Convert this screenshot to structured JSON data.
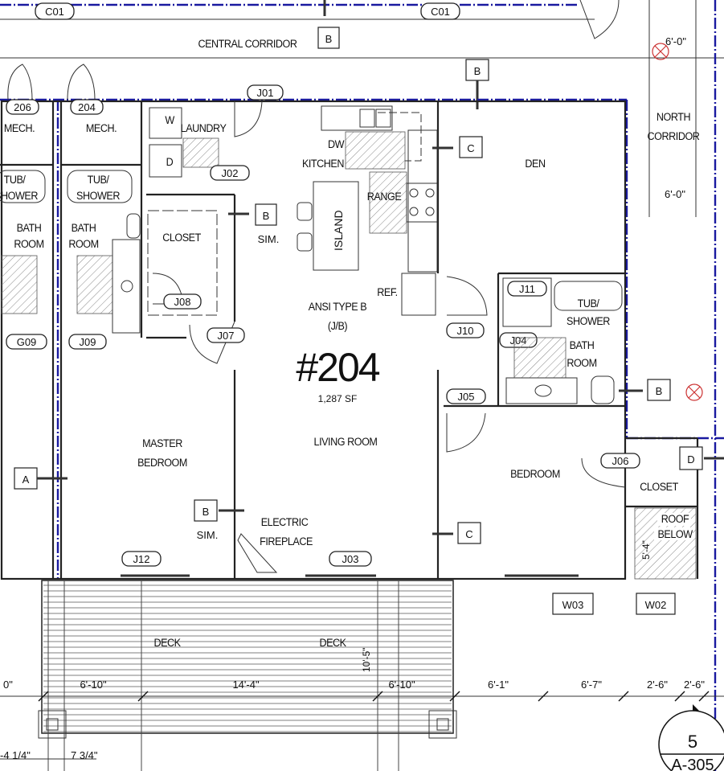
{
  "unit": {
    "number": "#204",
    "type_line1": "ANSI TYPE B",
    "type_line2": "(J/B)",
    "area": "1,287 SF"
  },
  "rooms": {
    "central_corridor": "CENTRAL CORRIDOR",
    "north_corridor_1": "NORTH",
    "north_corridor_2": "CORRIDOR",
    "laundry": "LAUNDRY",
    "washer": "W",
    "dryer": "D",
    "dw": "DW",
    "kitchen": "KITCHEN",
    "island": "ISLAND",
    "range": "RANGE",
    "ref": "REF.",
    "den": "DEN",
    "closet_left": "CLOSET",
    "closet_right": "CLOSET",
    "mech_206": "MECH.",
    "mech_204": "MECH.",
    "tub_shower_a1": "TUB/",
    "tub_shower_a2": "SHOWER",
    "tub_shower_b1": "TUB/",
    "tub_shower_b2": "SHOWER",
    "tub_shower_c1": "TUB/",
    "tub_shower_c2": "SHOWER",
    "bath_a1": "BATH",
    "bath_a2": "ROOM",
    "bath_b1": "BATH",
    "bath_b2": "ROOM",
    "bath_c1": "BATH",
    "bath_c2": "ROOM",
    "master_1": "MASTER",
    "master_2": "BEDROOM",
    "living": "LIVING ROOM",
    "fireplace_1": "ELECTRIC",
    "fireplace_2": "FIREPLACE",
    "bedroom": "BEDROOM",
    "roof_1": "ROOF",
    "roof_2": "BELOW",
    "deck_left": "DECK",
    "deck_right": "DECK"
  },
  "door_tags": {
    "c01_left": "C01",
    "c01_right": "C01",
    "d206": "206",
    "d204": "204",
    "j01": "J01",
    "j02": "J02",
    "j07": "J07",
    "j08": "J08",
    "j09": "J09",
    "g09": "G09",
    "j10": "J10",
    "j11": "J11",
    "j04": "J04",
    "j05": "J05",
    "j06": "J06",
    "j12": "J12",
    "j03": "J03",
    "w03": "W03",
    "w02": "W02"
  },
  "wall_markers": {
    "b_corridor": "B",
    "b_top": "B",
    "c_kitchen": "C",
    "b_closet": "B",
    "sim_closet": "SIM.",
    "b_bath": "B",
    "a_master": "A",
    "b_fireplace": "B",
    "sim_fireplace": "SIM.",
    "c_bedroom": "C",
    "d_closet": "D"
  },
  "dimensions": {
    "corridor_top": "6'-0\"",
    "corridor_mid": "6'-0\"",
    "roof_depth": "5'-4\"",
    "deck_depth": "10'-5\"",
    "edge_left": "0\"",
    "seg1": "6'-10\"",
    "seg2": "14'-4\"",
    "seg3": "6'-10\"",
    "seg4": "6'-1\"",
    "seg5": "6'-7\"",
    "seg6": "2'-6\"",
    "seg7": "2'-6\"",
    "bottom_a": "-4 1/4\"",
    "bottom_b": "7 3/4\""
  },
  "section_callout": {
    "number": "5",
    "sheet": "A-305"
  },
  "colors": {
    "demising_line": "#1a1aa0",
    "wall": "#222222",
    "hatch": "#888888"
  }
}
